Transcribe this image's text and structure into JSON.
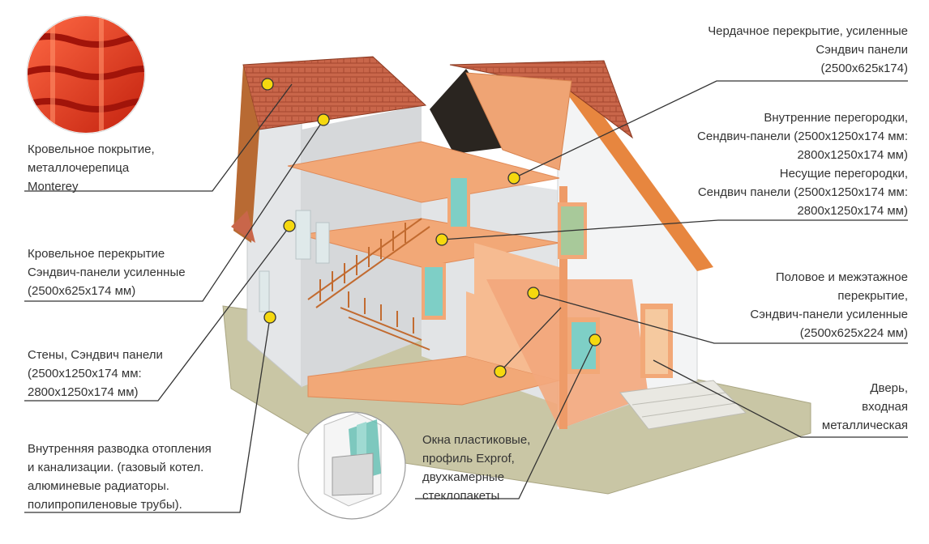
{
  "colors": {
    "roof_tile": "#c9664a",
    "sandwich_panel": "#f2a877",
    "wall_white": "#eef0f2",
    "ground": "#c9c6a5",
    "marker_fill": "#f5d80f",
    "leader_line": "#333333",
    "window_glass": "#7ecfc6"
  },
  "labels": {
    "roofing": [
      "Кровельное покрытие,",
      "металлочерепица",
      "Monterey"
    ],
    "roof_slab": [
      "Кровельное перекрытие",
      "Сэндвич-панели усиленные",
      "(2500х625х174 мм)"
    ],
    "walls": [
      "Стены, Сэндвич панели",
      "(2500х1250х174 мм:",
      "2800х1250х174 мм)"
    ],
    "utilities": [
      "Внутренняя разводка отопления",
      "и канализации. (газовый котел.",
      "алюминевые радиаторы.",
      "полипропиленовые трубы)."
    ],
    "attic_floor": [
      "Чердачное перекрытие, усиленные",
      "Сэндвич панели",
      "(2500х625к174)"
    ],
    "partitions": [
      "Внутренние перегородки,",
      "Сендвич-панели (2500х1250х174 мм:",
      "2800х1250х174 мм)",
      "Несущие перегородки,",
      "Сендвич панели (2500х1250х174 мм:",
      "2800х1250х174 мм)"
    ],
    "floors": [
      "Половое и межэтажное",
      "перекрытие,",
      "Сэндвич-панели усиленные",
      "(2500х625х224 мм)"
    ],
    "door": [
      "Дверь,",
      "входная",
      "металлическая"
    ],
    "windows": [
      "Окна пластиковые,",
      "профиль Exprof,",
      "двухкамерные",
      "стеклопакеты"
    ]
  }
}
